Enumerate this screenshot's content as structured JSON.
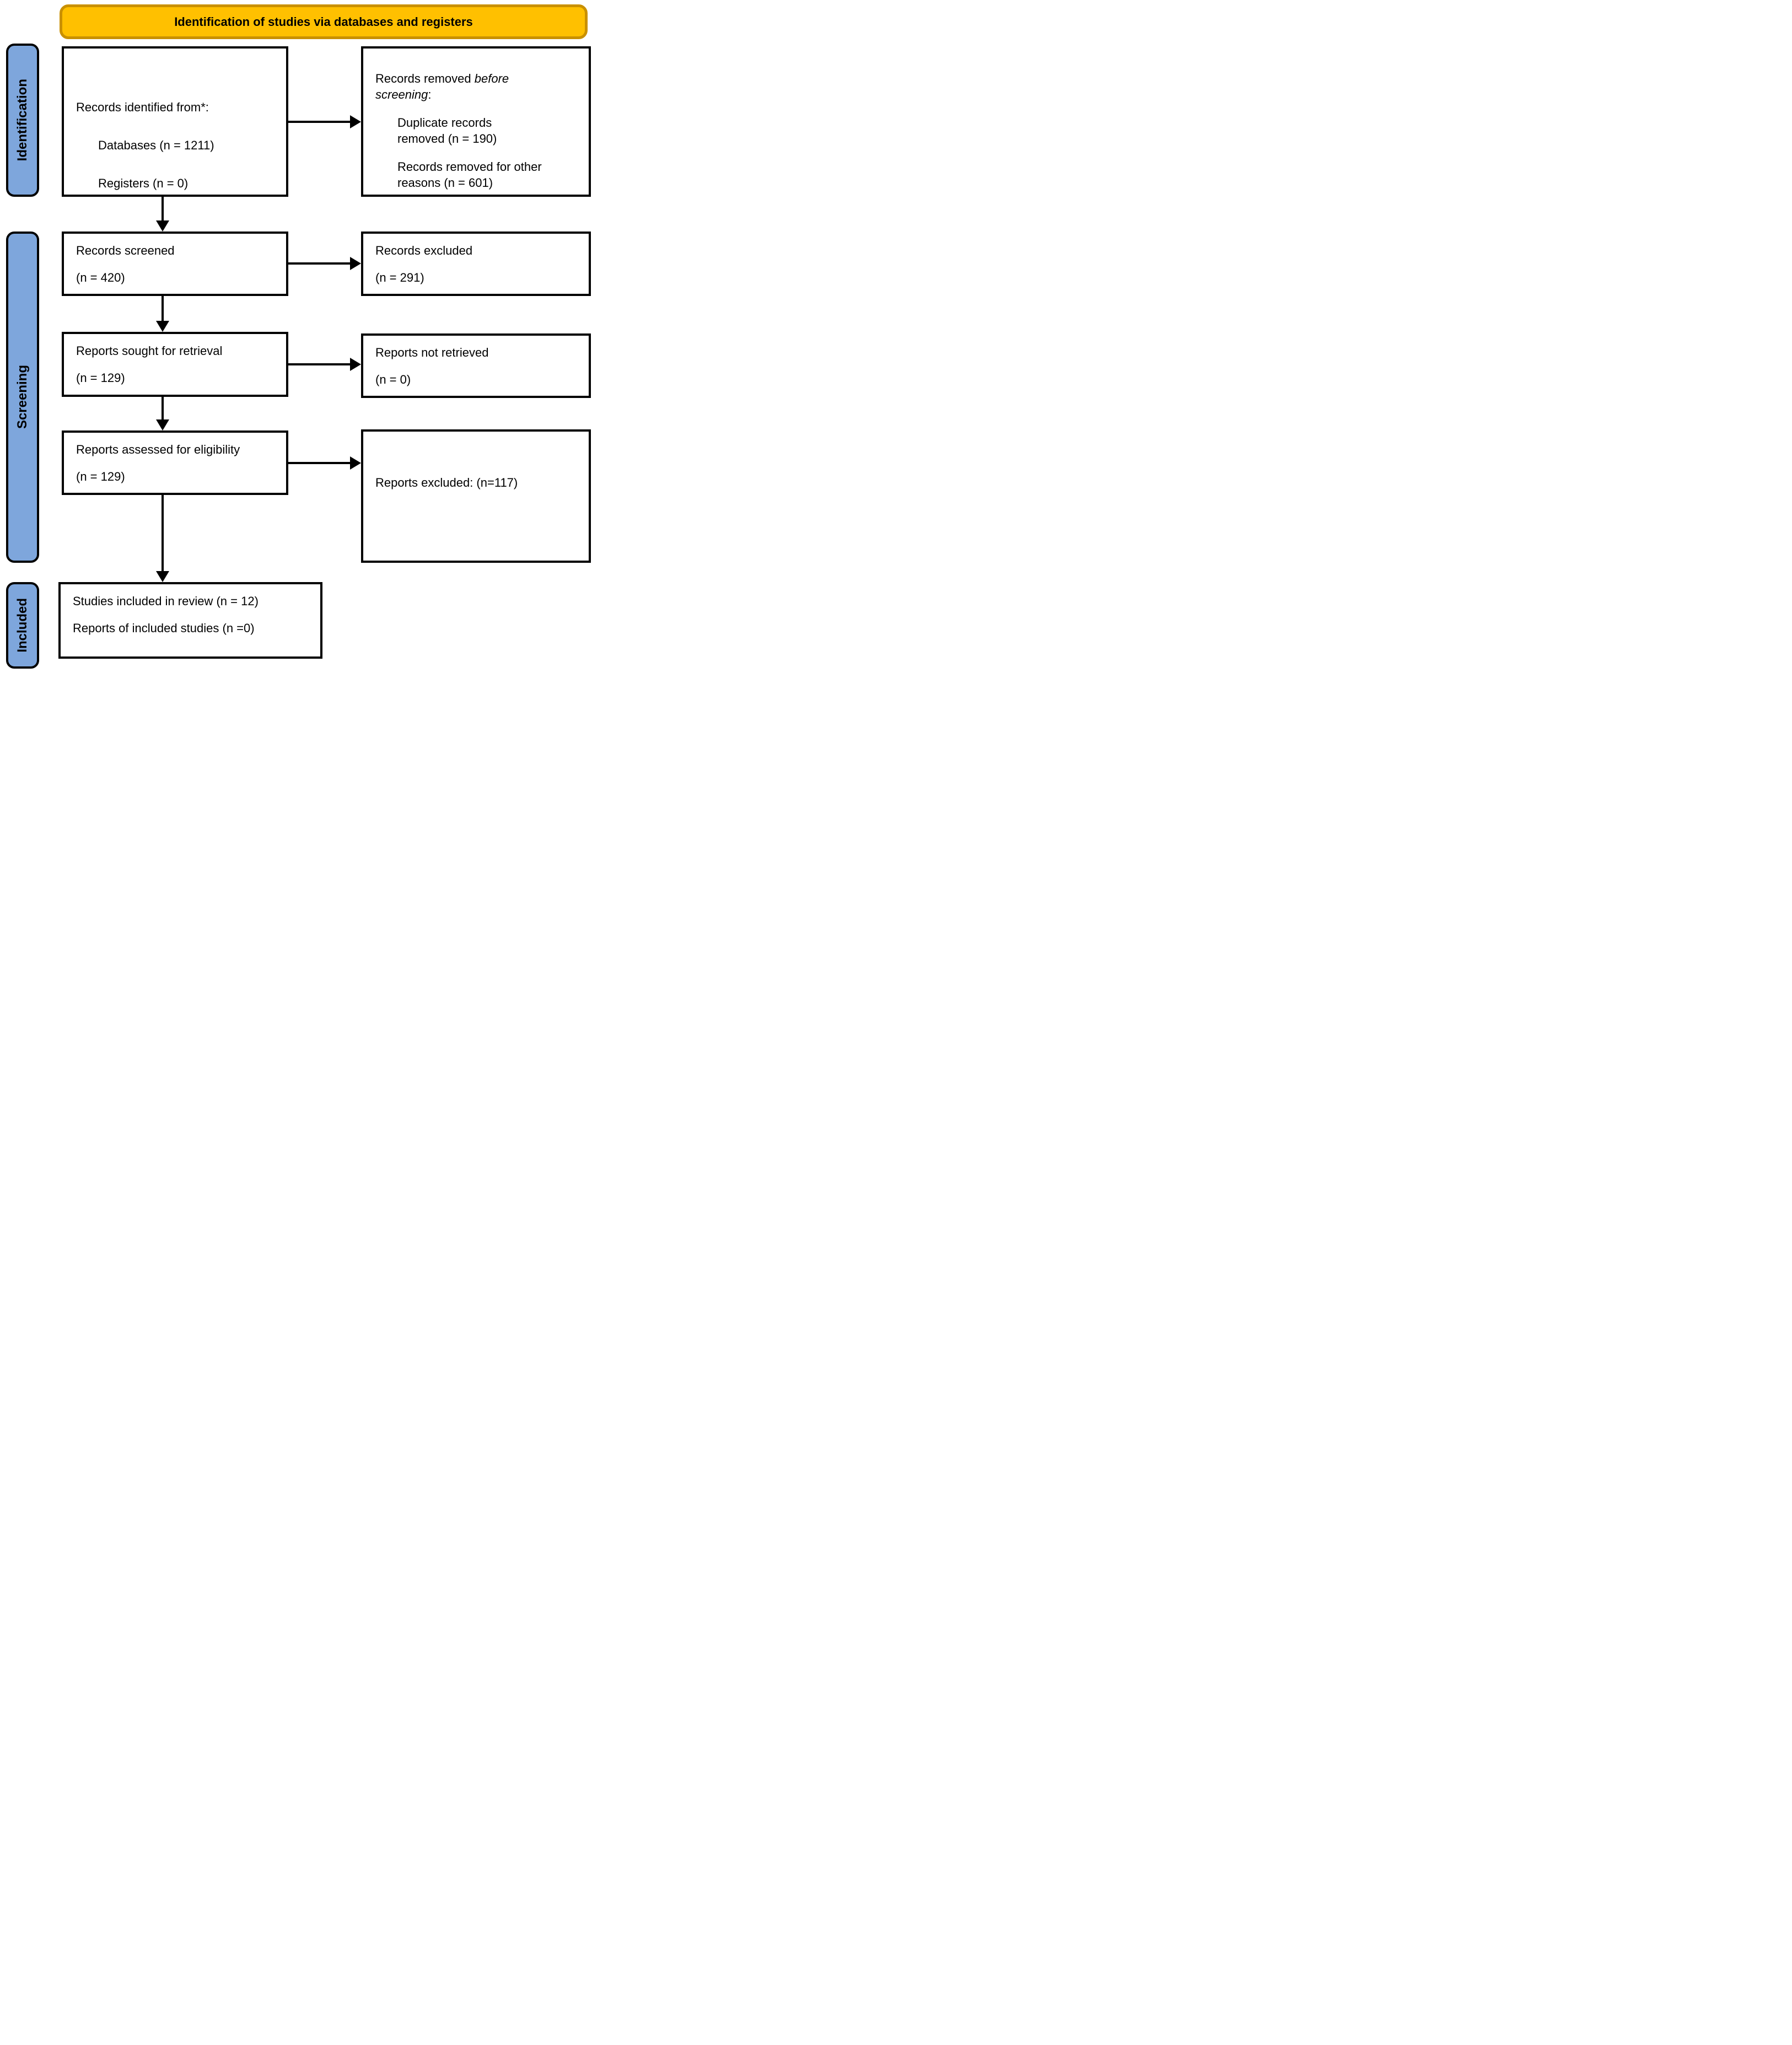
{
  "banner": {
    "title": "Identification of studies via databases and registers"
  },
  "stages": {
    "identification": "Identification",
    "screening": "Screening",
    "included": "Included"
  },
  "boxes": {
    "records_identified": {
      "heading": "Records identified from*:",
      "item_databases": "Databases (n = 1211)",
      "item_registers": "Registers (n = 0)"
    },
    "records_removed": {
      "heading_prefix": "Records removed ",
      "heading_italic": "before screening",
      "heading_suffix": ":",
      "item_duplicates": "Duplicate records removed (n = 190)",
      "item_other_reasons": "Records removed for other reasons (n = 601)"
    },
    "records_screened": {
      "title": "Records screened",
      "count": "(n = 420)"
    },
    "records_excluded": {
      "title": "Records excluded",
      "count": "(n = 291)"
    },
    "reports_sought": {
      "title": "Reports sought for retrieval",
      "count": "(n = 129)"
    },
    "reports_not_retrieved": {
      "title": "Reports not retrieved",
      "count": "(n = 0)"
    },
    "reports_assessed": {
      "title": "Reports assessed for eligibility",
      "count": "(n = 129)"
    },
    "reports_excluded": {
      "title": "Reports excluded: (n=117)"
    },
    "studies_included": {
      "line_studies": "Studies included in review (n = 12)",
      "line_reports": "Reports of included studies (n =0)"
    }
  },
  "colors": {
    "banner_fill": "#FFC000",
    "banner_border": "#C99000",
    "stage_fill": "#7EA6DC",
    "stage_border": "#000000",
    "box_border": "#000000",
    "arrow_color": "#000000",
    "text_color": "#000000"
  }
}
